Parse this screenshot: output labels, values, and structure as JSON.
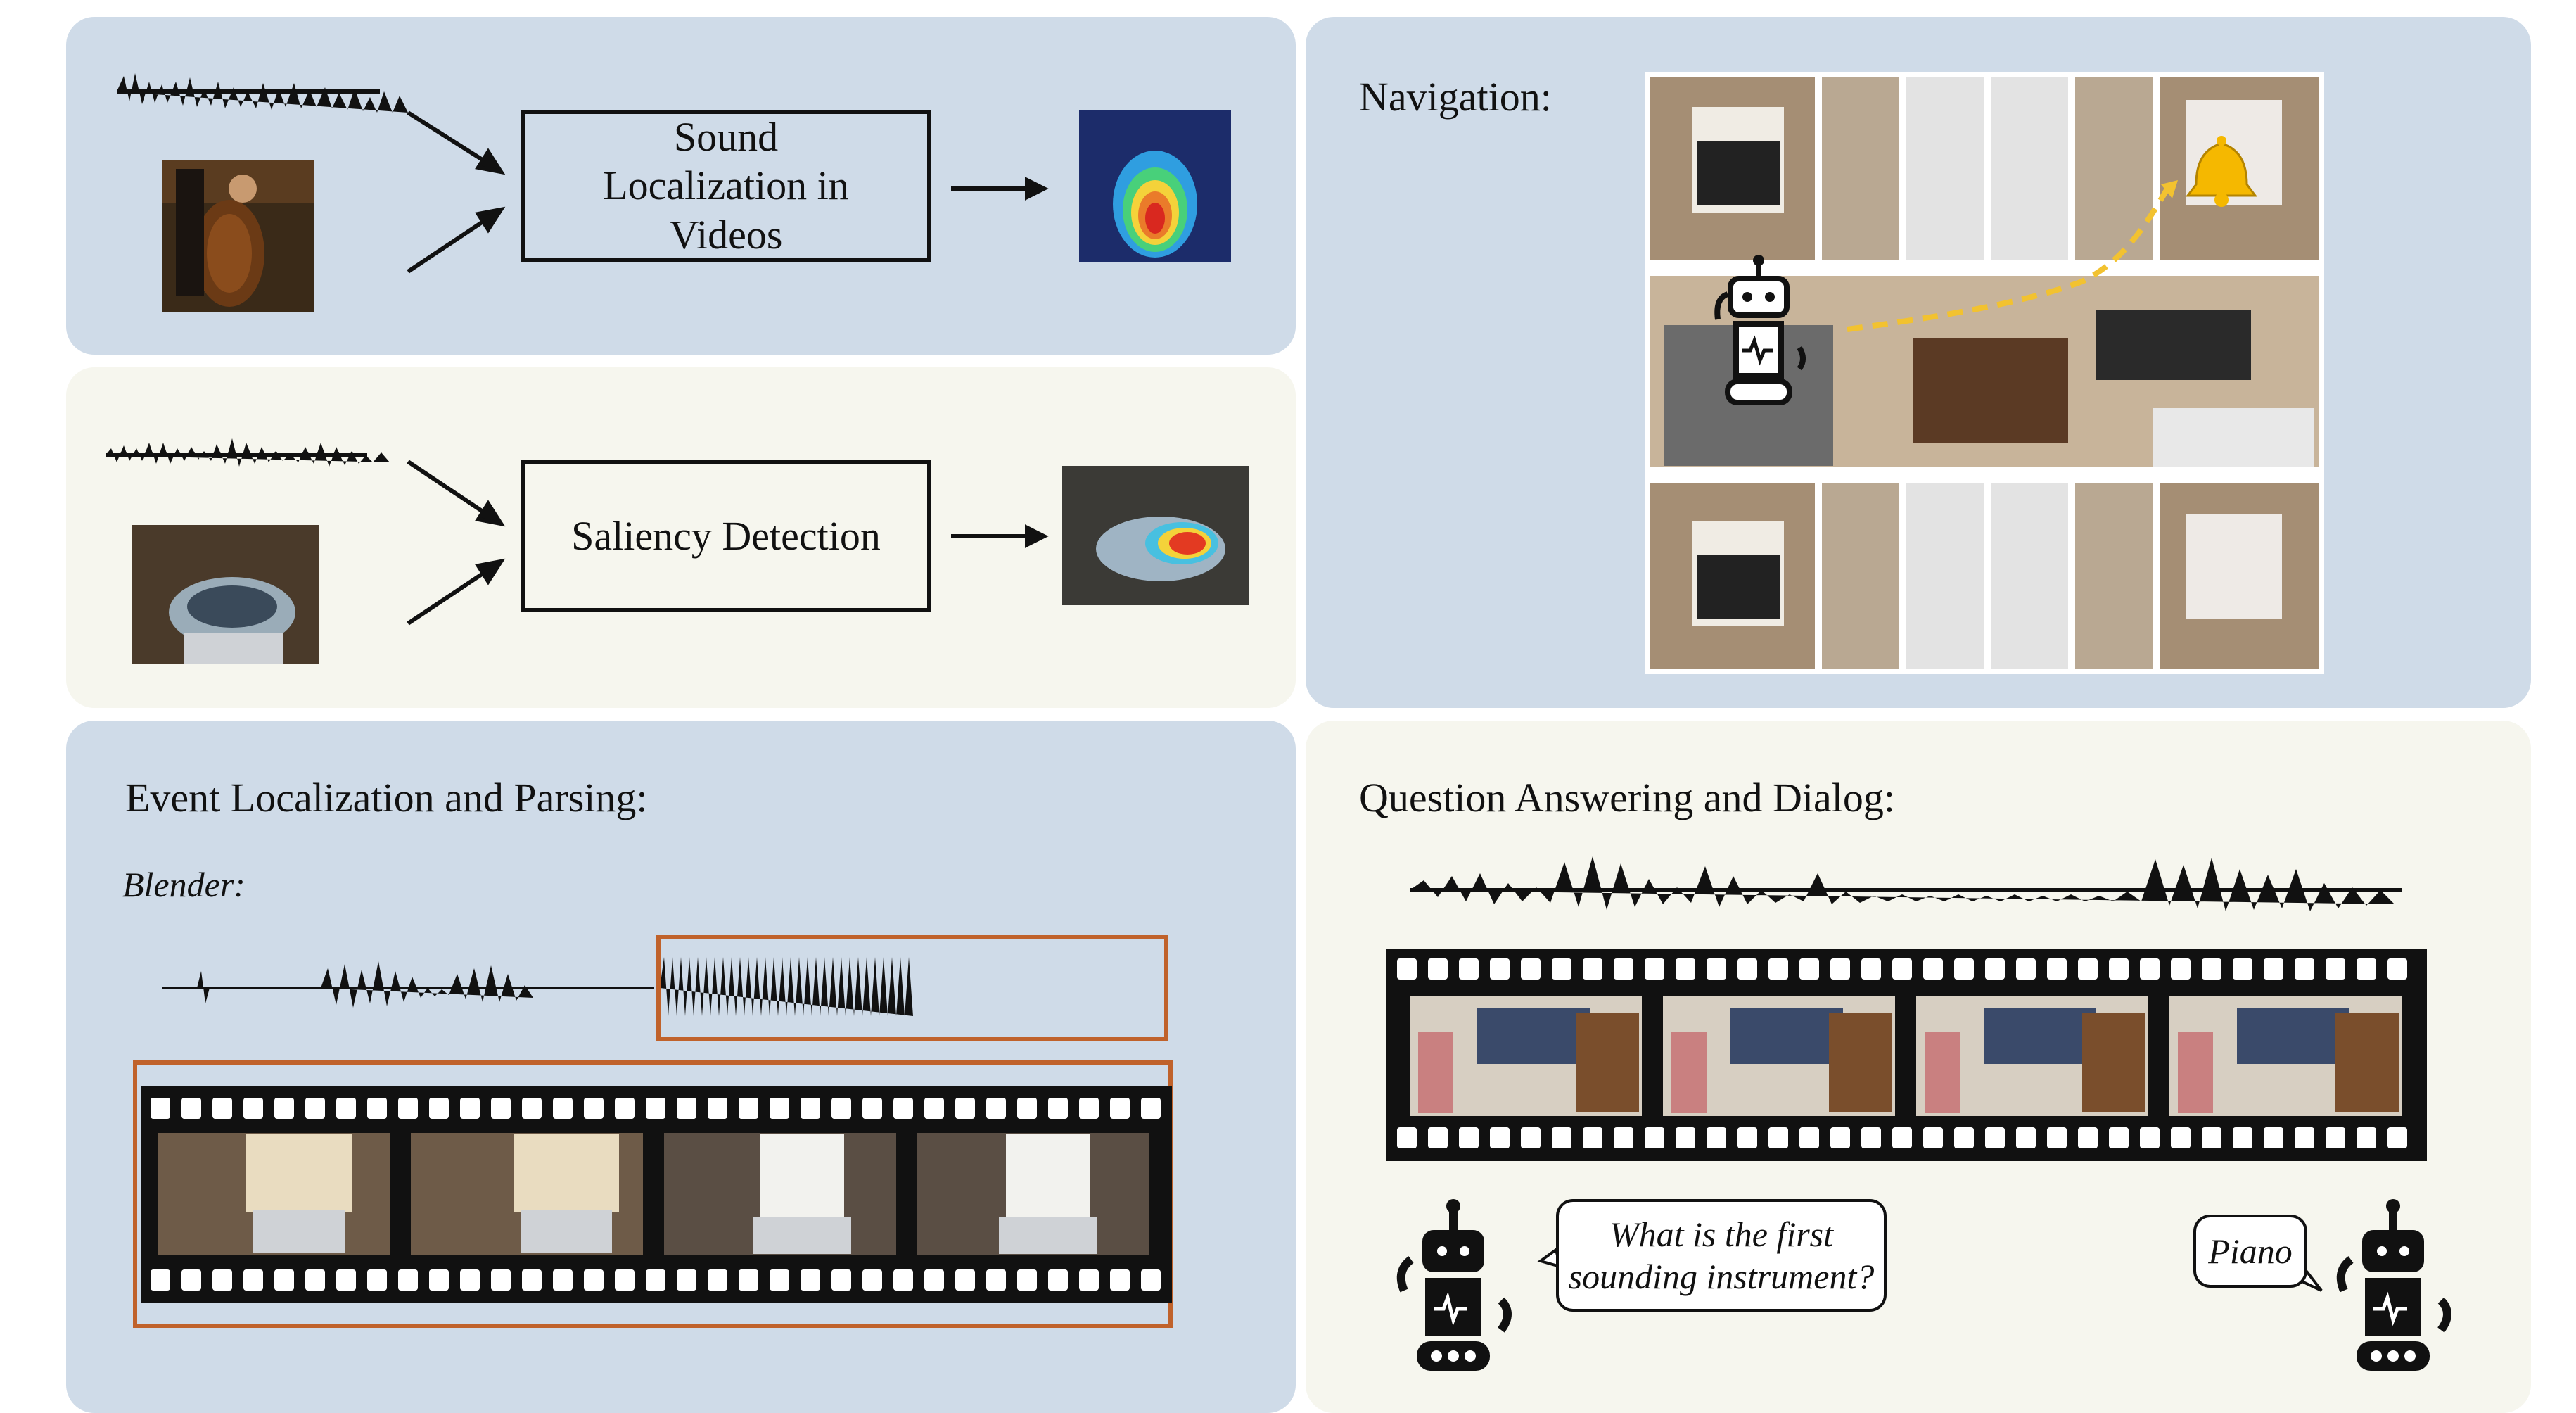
{
  "panels": {
    "sound_localization": {
      "label": "Sound Localization in Videos"
    },
    "saliency": {
      "label": "Saliency Detection"
    },
    "navigation": {
      "title": "Navigation:"
    },
    "event": {
      "title": "Event Localization and Parsing:",
      "subtitle": "Blender:"
    },
    "qa": {
      "title": "Question Answering and Dialog:",
      "question": "What is the first sounding instrument?",
      "answer": "Piano"
    }
  },
  "colors": {
    "panel_blue": "#cfdbe8",
    "panel_cream": "#f6f6ee",
    "highlight_box": "#c0622b",
    "path_dashed": "#f2c230",
    "bell": "#f5b800"
  },
  "icons": [
    "waveform-icon",
    "arrow-icon",
    "robot-icon",
    "bell-icon",
    "film-strip-icon",
    "heatmap-icon",
    "floorplan-icon"
  ]
}
